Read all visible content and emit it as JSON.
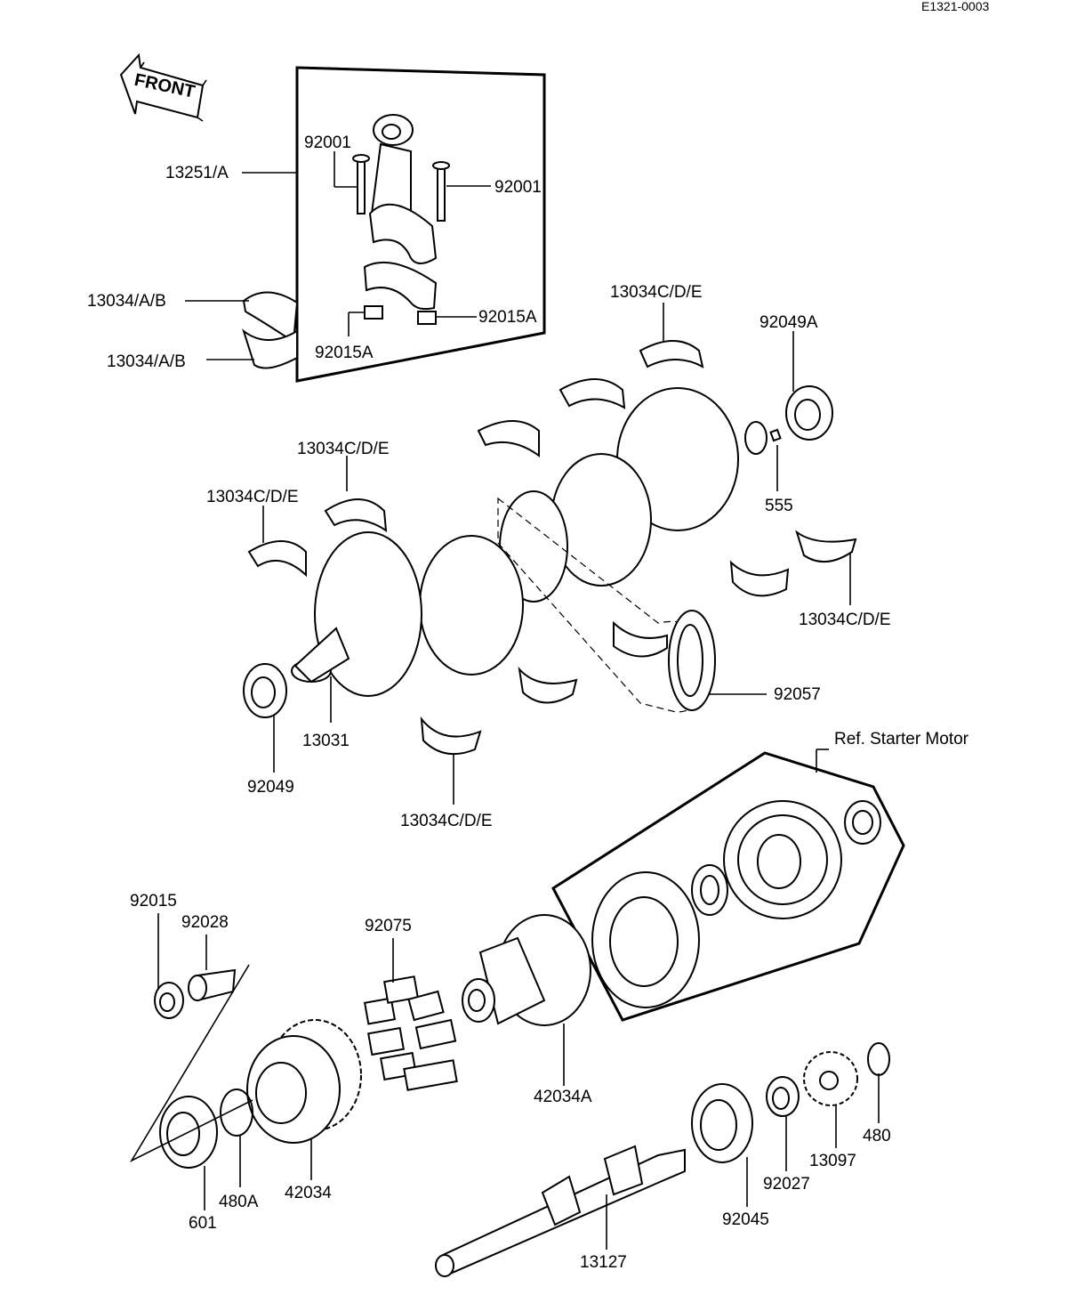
{
  "drawing_code": "E1321-0003",
  "front_arrow_label": "FRONT",
  "labels": {
    "p13251": "13251/A",
    "p92001_left": "92001",
    "p92001_right": "92001",
    "p13034_ab_1": "13034/A/B",
    "p13034_ab_2": "13034/A/B",
    "p92015a_right": "92015A",
    "p92015a_left": "92015A",
    "p13034cde_top": "13034C/D/E",
    "p92049a": "92049A",
    "p13034cde_mid": "13034C/D/E",
    "p13034cde_left": "13034C/D/E",
    "p555": "555",
    "p13034cde_right": "13034C/D/E",
    "p92057": "92057",
    "p13031": "13031",
    "p92049": "92049",
    "p13034cde_bottom": "13034C/D/E",
    "ref_starter": "Ref. Starter Motor",
    "p92015": "92015",
    "p92028": "92028",
    "p92075": "92075",
    "p42034a": "42034A",
    "p480": "480",
    "p13097": "13097",
    "p92027": "92027",
    "p92045": "92045",
    "p480a": "480A",
    "p42034": "42034",
    "p601": "601",
    "p13127": "13127"
  }
}
